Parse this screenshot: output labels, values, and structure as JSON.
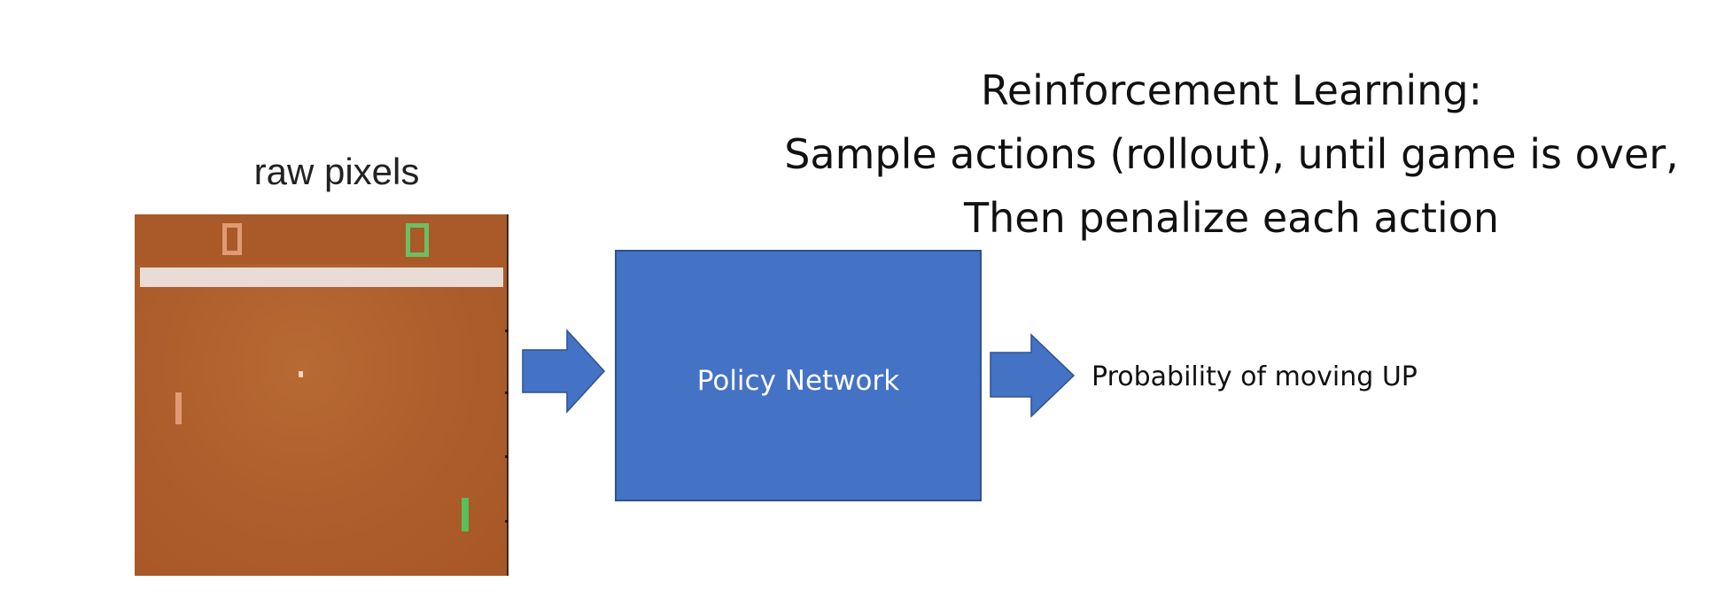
{
  "title": {
    "line1": "Reinforcement Learning:",
    "line2": "Sample actions (rollout), until game is over,",
    "line3": "Then penalize each action"
  },
  "input": {
    "label": "raw pixels"
  },
  "network": {
    "label": "Policy Network"
  },
  "output": {
    "label": "Probability of moving UP"
  },
  "colors": {
    "network_fill": "#4472c4",
    "arrow_fill": "#4472c4",
    "game_background": "#ae5f2c",
    "left_player": "#e09a74",
    "right_player": "#6cbf63"
  }
}
